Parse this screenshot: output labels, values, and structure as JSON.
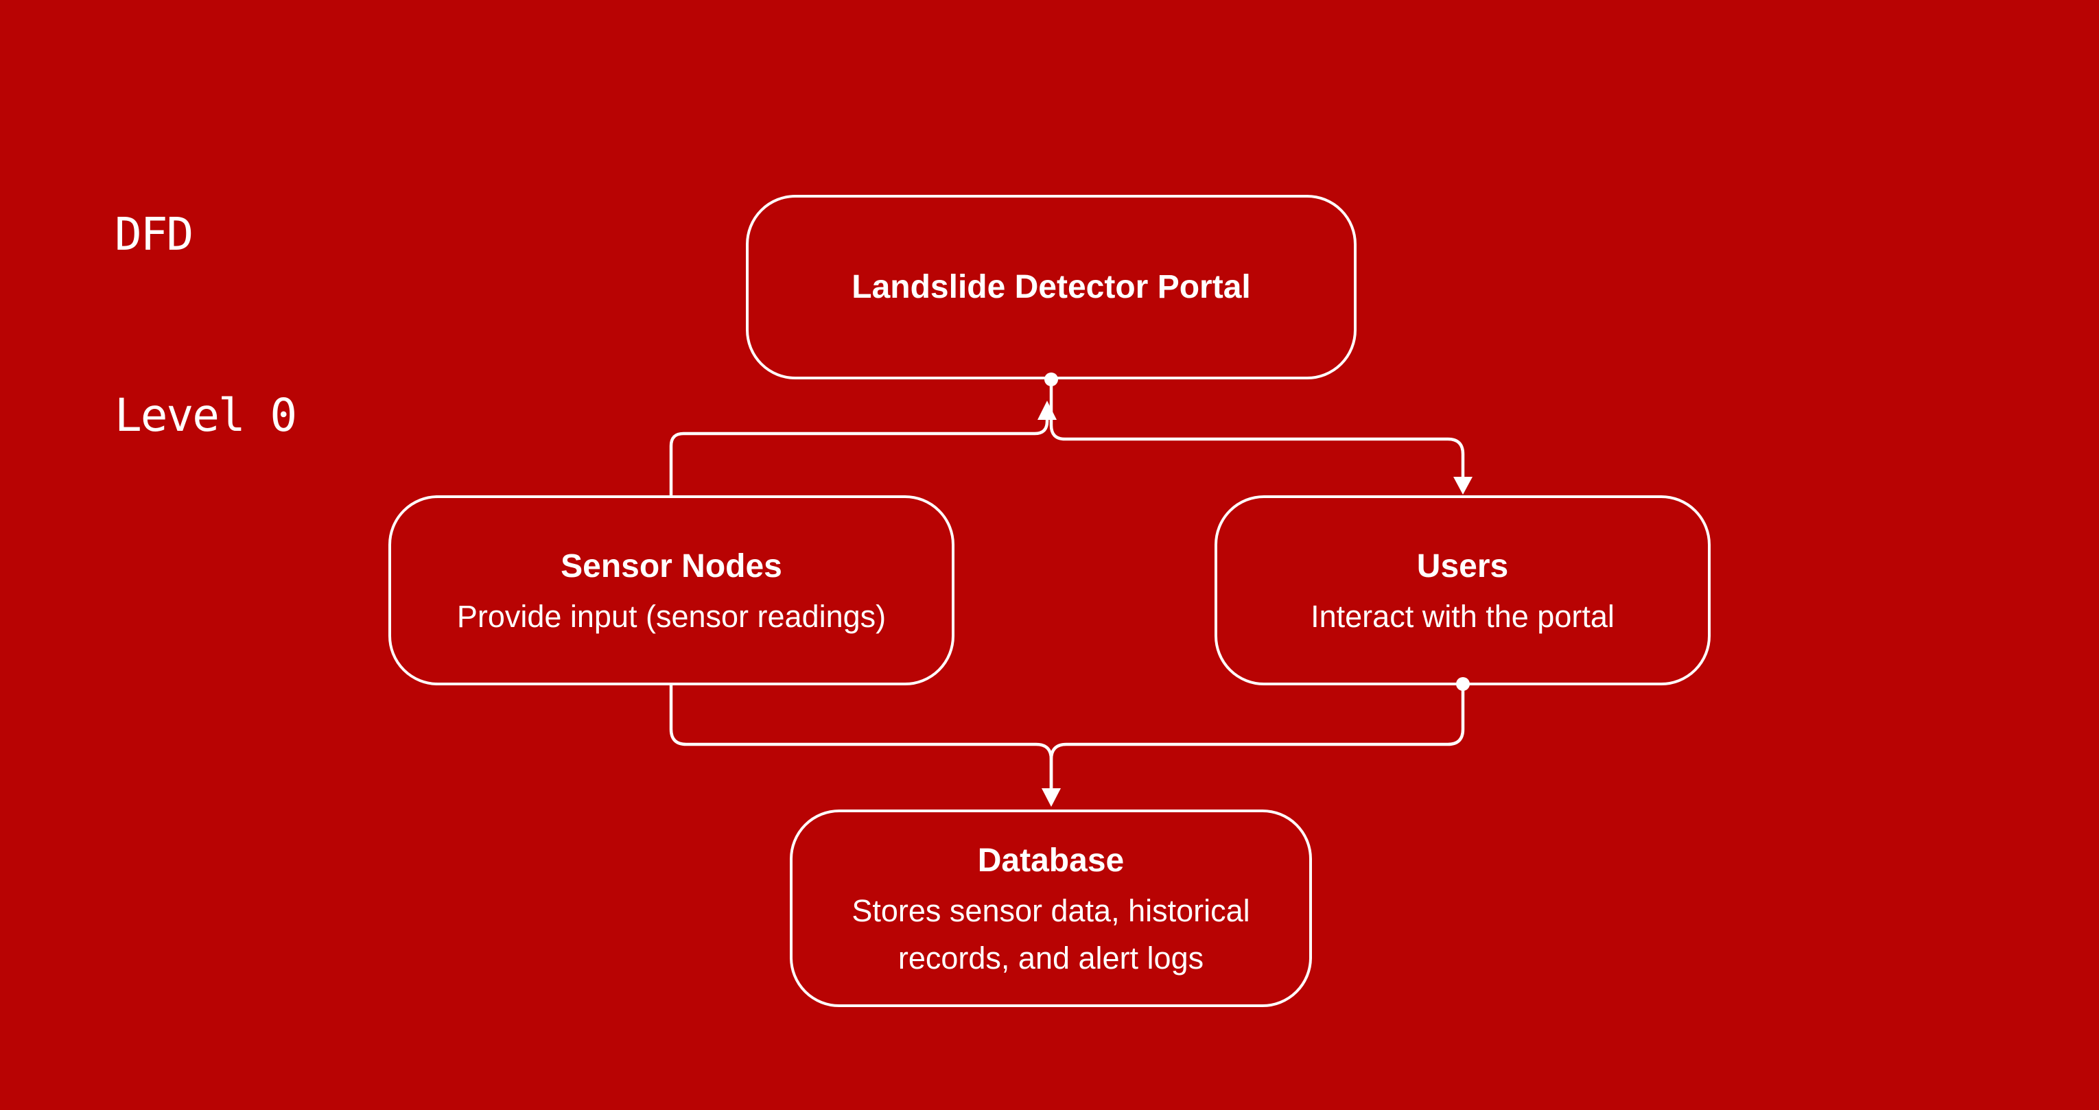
{
  "title": {
    "line1": "DFD",
    "line2": "Level 0"
  },
  "nodes": {
    "portal": {
      "title": "Landslide Detector Portal"
    },
    "sensor": {
      "title": "Sensor Nodes",
      "description": "Provide input (sensor readings)"
    },
    "users": {
      "title": "Users",
      "description": "Interact with the portal"
    },
    "database": {
      "title": "Database",
      "description_line1": "Stores sensor data, historical",
      "description_line2": "records, and alert logs"
    }
  },
  "edges": [
    {
      "from": "sensor",
      "to": "portal",
      "arrow": "into-portal"
    },
    {
      "from": "portal",
      "to": "users",
      "arrow": "into-users"
    },
    {
      "from": "sensor",
      "to": "database",
      "arrow": "into-database"
    },
    {
      "from": "users",
      "to": "database",
      "arrow": "into-database"
    }
  ],
  "colors": {
    "background": "#b80303",
    "foreground": "#ffffff"
  }
}
